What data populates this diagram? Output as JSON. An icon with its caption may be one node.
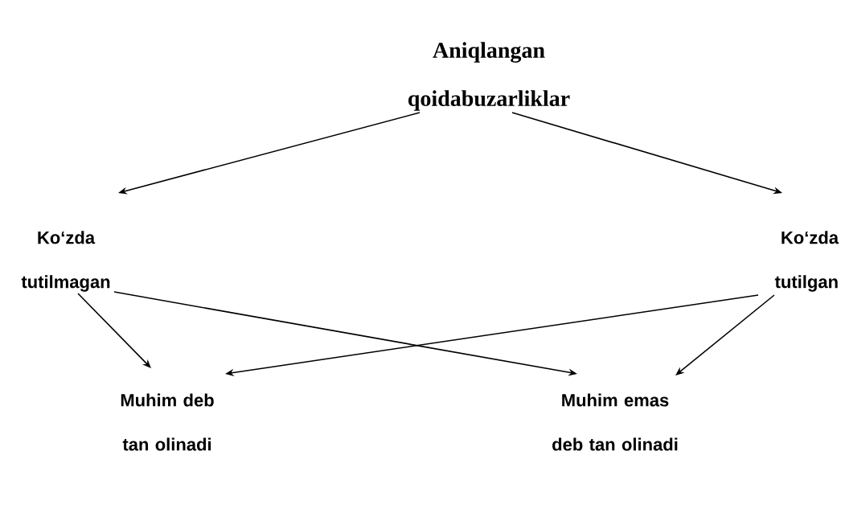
{
  "diagram": {
    "nodes": [
      {
        "text": [
          "Aniqlangan qoidabuzarliklar"
        ]
      },
      {
        "text": [
          "Ko‘zda tutilmagan"
        ]
      },
      {
        "text": [
          "Ko‘zda tutilgan"
        ]
      },
      {
        "text": [
          "Muhim deb tan olinadi"
        ]
      },
      {
        "text": [
          "Muhim emas deb tan olinadi"
        ]
      }
    ],
    "edges": [
      {
        "from": 0,
        "to": 1,
        "arrow": "to"
      },
      {
        "from": 0,
        "to": 2,
        "arrow": "to"
      },
      {
        "from": 1,
        "to": 3,
        "arrow": "to"
      },
      {
        "from": 1,
        "to": 4,
        "arrow": "to"
      },
      {
        "from": 2,
        "to": 3,
        "arrow": "to"
      },
      {
        "from": 2,
        "to": 4,
        "arrow": "to"
      }
    ]
  }
}
